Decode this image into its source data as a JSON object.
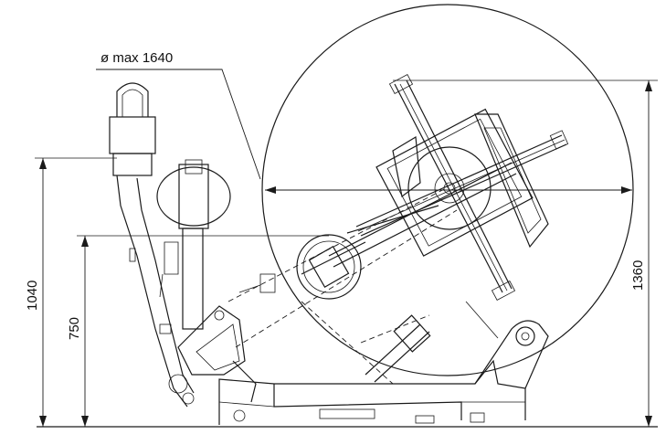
{
  "dimensions": {
    "diameter_label": "ø max 1640",
    "height_1360": "1360",
    "height_1040": "1040",
    "height_750": "750"
  },
  "colors": {
    "line": "#1a1a1a",
    "background": "#ffffff"
  }
}
